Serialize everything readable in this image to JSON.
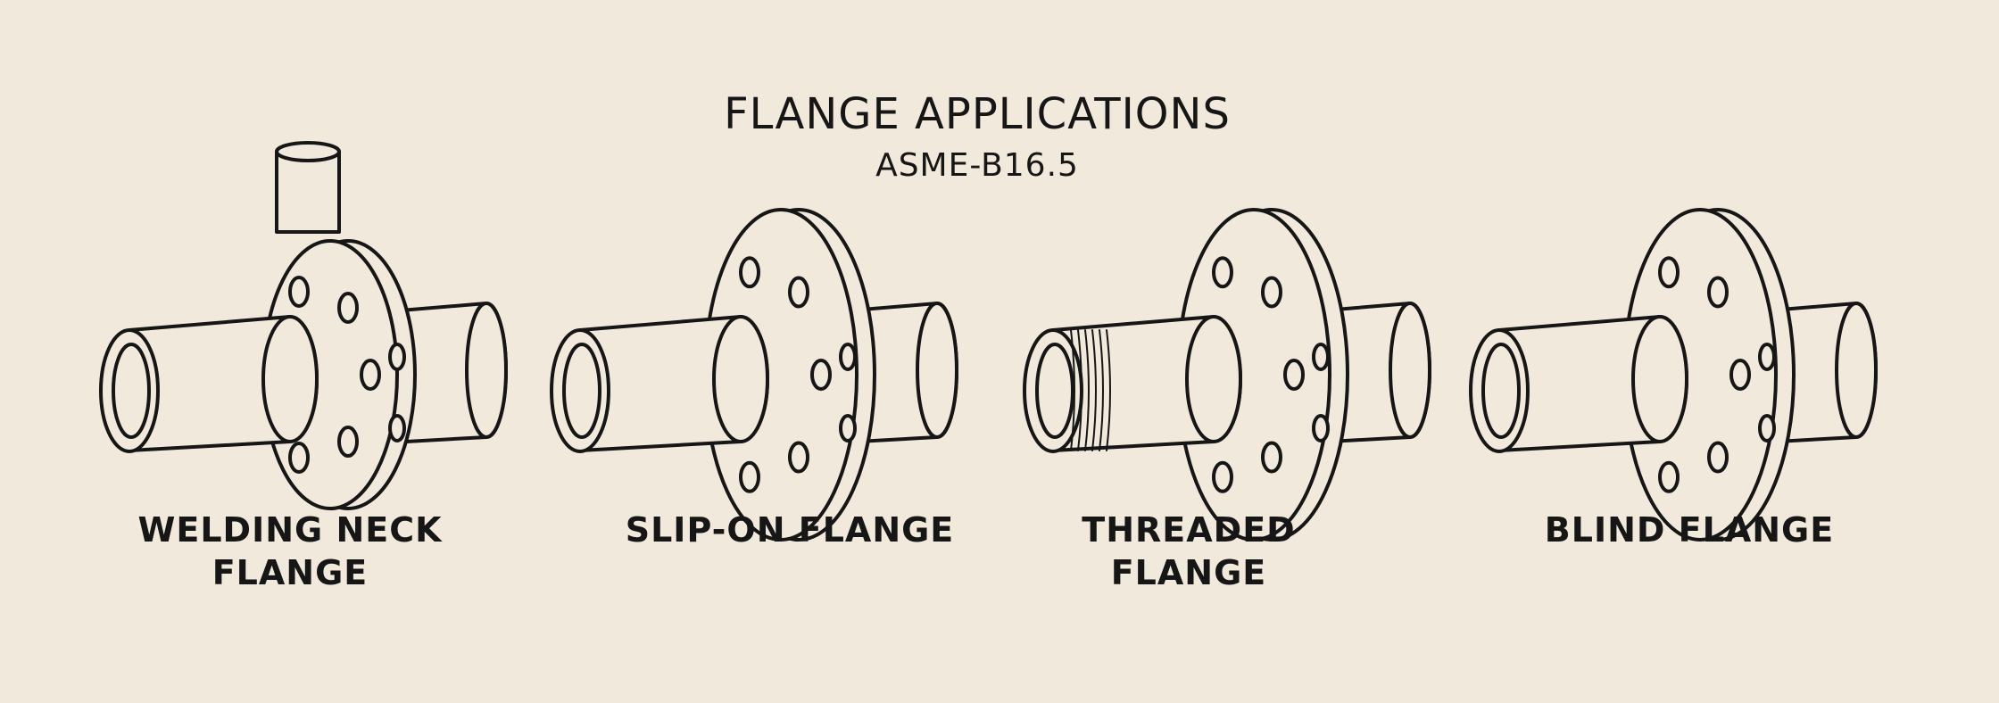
{
  "title": "FLANGE APPLICATIONS",
  "subtitle": "ASME-B16.5",
  "colors": {
    "background": "#f1eadc",
    "ink": "#161616"
  },
  "flanges": [
    {
      "line1": "WELDING NECK",
      "line2": "FLANGE",
      "type": "welding-neck"
    },
    {
      "line1": "SLIP-ON FLANGE",
      "line2": "",
      "type": "slip-on"
    },
    {
      "line1": "THREADED",
      "line2": "FLANGE",
      "type": "threaded"
    },
    {
      "line1": "BLIND FLANGE",
      "line2": "",
      "type": "blind"
    }
  ]
}
